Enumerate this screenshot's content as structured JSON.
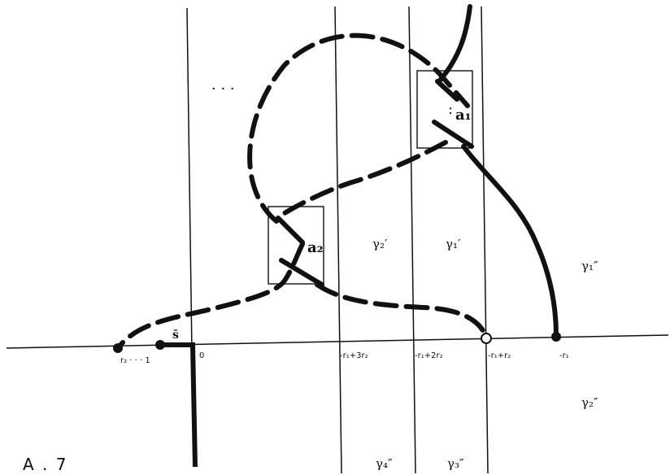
{
  "figure": {
    "caption": "A . 7",
    "axis_labels": {
      "left_end": "r₂ · · · 1",
      "origin": "0",
      "s_bar": "s̄",
      "tick_1": "-r₁+3r₂",
      "tick_2": "-r₁+2r₂",
      "tick_3": "-r₁+r₂",
      "tick_4": "-r₁"
    },
    "crossing_labels": {
      "a1": "a₁",
      "a2": "a₂"
    },
    "region_labels": {
      "gamma2_prime": "γ₂′",
      "gamma1_prime": "γ₁′",
      "gamma1_dprime": "γ₁″",
      "gamma2_dprime": "γ₂″",
      "gamma4_dprime": "γ₄″",
      "gamma3_dprime": "γ₃″"
    },
    "dots": "·   ·   ·",
    "box_dots": ":"
  }
}
